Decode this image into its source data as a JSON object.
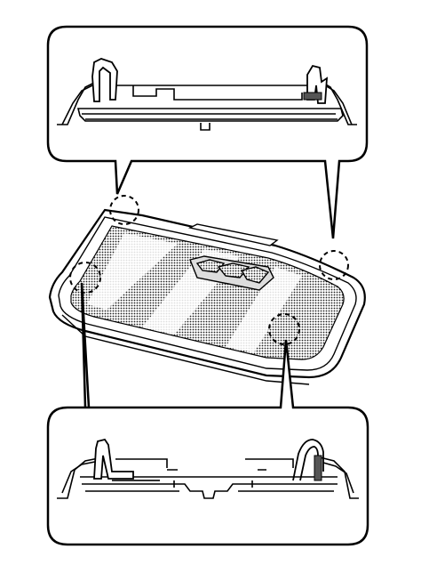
{
  "diagram": {
    "subject": "overhead-console-lamp-assembly",
    "callouts": [
      {
        "id": "top-clips",
        "icon": "clip-detail-icon"
      },
      {
        "id": "bottom-clips",
        "icon": "clip-detail-icon"
      }
    ],
    "colors": {
      "line": "#000000",
      "fill": "#ffffff",
      "gray": "#555555"
    }
  }
}
